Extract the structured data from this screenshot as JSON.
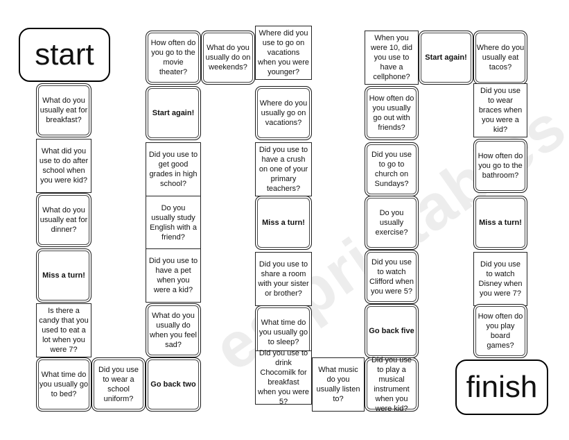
{
  "start_label": "start",
  "finish_label": "finish",
  "watermark": "eslprintables.com",
  "columns": [
    {
      "name": "col1",
      "squares": [
        {
          "text": "What do you usually eat for breakfast?"
        },
        {
          "text": "What did you use to do after school when you were kid?"
        },
        {
          "text": "What do you usually eat for dinner?"
        },
        {
          "text": "Miss a turn!",
          "bold": true
        },
        {
          "text": "Is there a candy that you used to eat a lot when you were 7?"
        },
        {
          "text": "What time do you usually go to bed?"
        }
      ]
    },
    {
      "name": "col2",
      "squares": [
        {
          "text": "How often do you go to the movie theater?"
        },
        {
          "text": "Start again!",
          "bold": true
        },
        {
          "text": "Did you use to get good grades in high school?"
        },
        {
          "text": "Do you usually study English with a friend?"
        },
        {
          "text": "Did you use to have a pet when you were a kid?"
        },
        {
          "text": "What do you usually do when you feel sad?"
        },
        {
          "text": "Go back two",
          "bold": true
        }
      ]
    },
    {
      "name": "col3",
      "squares": [
        {
          "text": "Where did you use to go on vacations when you were younger?"
        },
        {
          "text": "Where do you usually go on vacations?"
        },
        {
          "text": "Did you use to have a crush on one of your primary teachers?"
        },
        {
          "text": "Miss a turn!",
          "bold": true
        },
        {
          "text": "Did you use to share a room with your sister or brother?"
        },
        {
          "text": "What time do you usually go to sleep?"
        },
        {
          "text": "Did you use to drink Chocomilk for breakfast when you were 5?"
        }
      ]
    },
    {
      "name": "col4",
      "squares": [
        {
          "text": "When you were 10, did you use to have a cellphone?"
        },
        {
          "text": "How often do you usually go out with friends?"
        },
        {
          "text": "Did you use to go to church on Sundays?"
        },
        {
          "text": "Do you usually exercise?"
        },
        {
          "text": "Did you use to watch Clifford when you were 5?"
        },
        {
          "text": "Go back five",
          "bold": true
        },
        {
          "text": "Did you use to play a musical instrument when you were kid?"
        }
      ]
    },
    {
      "name": "col5",
      "squares": [
        {
          "text": "Where do you usually eat tacos?"
        },
        {
          "text": "Did you use to wear braces when you were a kid?"
        },
        {
          "text": "How often do you go to the bathroom?"
        },
        {
          "text": "Miss a turn!",
          "bold": true
        },
        {
          "text": "Did you use to watch Disney when you were 7?"
        },
        {
          "text": "How often do you play board games?"
        }
      ]
    }
  ],
  "connectors": [
    {
      "name": "connector-1",
      "text": "Did you use to wear a school uniform?"
    },
    {
      "name": "connector-2",
      "text": "What do you usually do on weekends?"
    },
    {
      "name": "connector-3",
      "text": "What music do you usually listen to?"
    },
    {
      "name": "connector-4",
      "text": "Start again!",
      "bold": true
    }
  ]
}
